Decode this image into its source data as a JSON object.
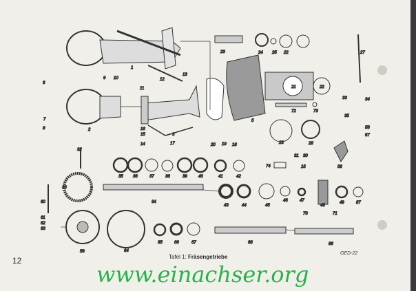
{
  "page_number": "12",
  "caption": {
    "prefix": "Tafel 1:",
    "title": "Fräsengetriebe"
  },
  "drawing_code": "GED-22",
  "watermark": "www.einachser.org",
  "part_labels": [
    "1",
    "2",
    "3",
    "5",
    "6",
    "7",
    "8",
    "9",
    "10",
    "11",
    "12",
    "13",
    "14",
    "15",
    "16",
    "17",
    "18",
    "19",
    "20",
    "21",
    "22",
    "23",
    "24",
    "25",
    "22",
    "23",
    "28",
    "30",
    "31",
    "27",
    "33",
    "34",
    "35",
    "58",
    "57",
    "56",
    "72",
    "73",
    "32",
    "33",
    "35",
    "36",
    "37",
    "38",
    "39",
    "40",
    "41",
    "42",
    "74",
    "15",
    "34",
    "43",
    "44",
    "45",
    "46",
    "47",
    "48",
    "49",
    "87",
    "60",
    "61",
    "62",
    "63",
    "59",
    "64",
    "65",
    "66",
    "67",
    "68",
    "70",
    "71",
    "86"
  ]
}
